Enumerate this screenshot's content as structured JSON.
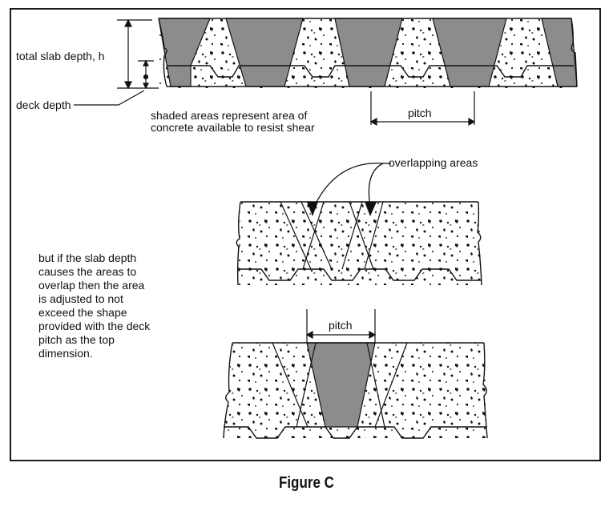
{
  "labels": {
    "total_slab_depth": "total slab depth, h",
    "deck_depth": "deck depth",
    "shaded_note": [
      "shaded areas represent area of",
      "concrete available to resist shear"
    ],
    "pitch_top": "pitch",
    "overlapping": "overlapping areas",
    "explanation": [
      "but if the slab depth",
      "causes the areas to",
      "overlap then the area",
      "is adjusted to not",
      "exceed the shape",
      "provided with the deck",
      "pitch as the top",
      "dimension."
    ],
    "pitch_bottom": "pitch"
  },
  "caption": "Figure C",
  "colors": {
    "concrete_shade": "#8c8c8c",
    "line": "#111111",
    "background": "#ffffff"
  }
}
